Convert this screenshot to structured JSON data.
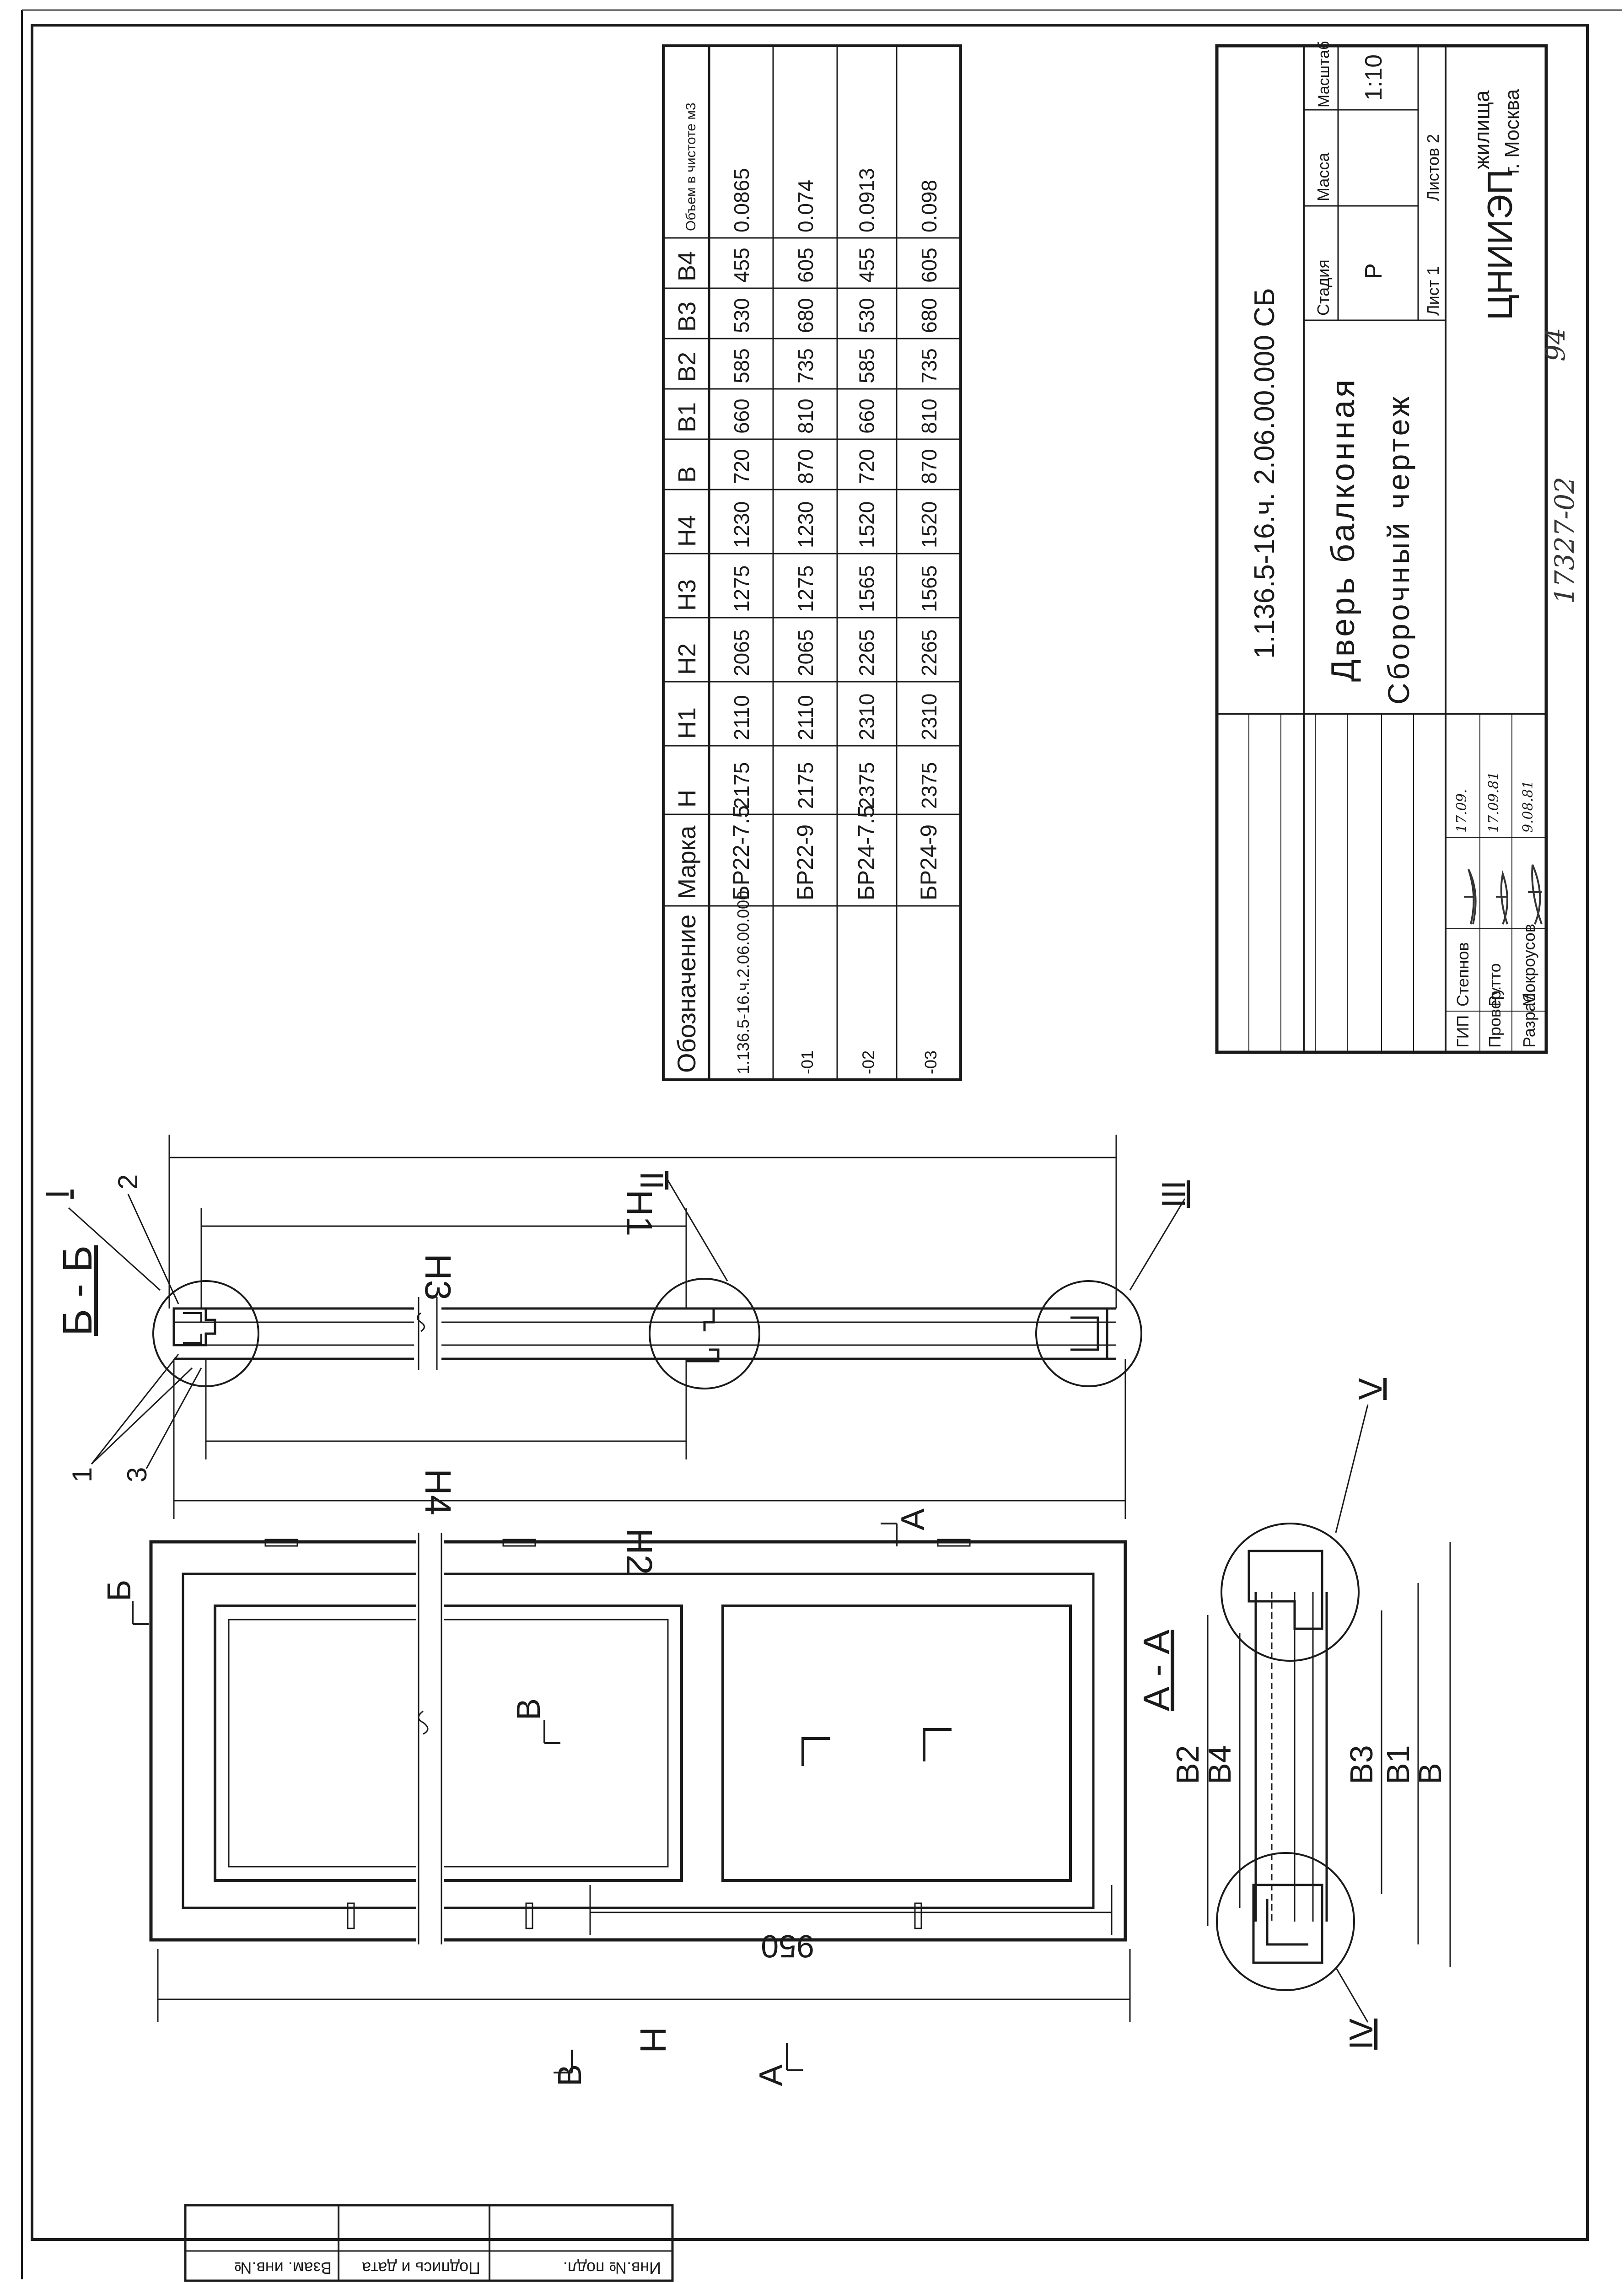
{
  "stamp": {
    "code": "1.136.5-16.ч. 2.06.00.000 СБ",
    "title_line1": "Дверь балконная",
    "title_line2": "Сборочный чертеж",
    "stage_label": "Стадия",
    "mass_label": "Масса",
    "scale_label": "Масштаб",
    "stage": "Р",
    "scale": "1:10",
    "sheet_label": "Лист 1",
    "sheets_label": "Листов 2",
    "org_logo": "ЦНИИЭП",
    "org_line1": "жилища",
    "org_line2": "г. Москва",
    "roles": [
      "ГИП",
      "Провер.",
      "Разраб."
    ],
    "names": [
      "Степнов",
      "Рутто",
      "Мокроусов"
    ],
    "dates": [
      "17.09.",
      "17.09.81",
      "9.08.81"
    ]
  },
  "side_strip": [
    "Инв.№ подл.",
    "Подпись и дата",
    "Взам. инв.№"
  ],
  "archive_number": "17327-02",
  "page_number": "94",
  "spec_table": {
    "headers": [
      "Обозначение",
      "Марка",
      "H",
      "H1",
      "H2",
      "H3",
      "H4",
      "B",
      "B1",
      "B2",
      "B3",
      "B4",
      "Объем в чистоте м3"
    ],
    "rows": [
      [
        "1.136.5-16.ч.2.06.00.000",
        "БР22-7.5",
        "2175",
        "2110",
        "2065",
        "1275",
        "1230",
        "720",
        "660",
        "585",
        "530",
        "455",
        "0.0865"
      ],
      [
        "-01",
        "БР22-9",
        "2175",
        "2110",
        "2065",
        "1275",
        "1230",
        "870",
        "810",
        "735",
        "680",
        "605",
        "0.074"
      ],
      [
        "-02",
        "БР24-7.5",
        "2375",
        "2310",
        "2265",
        "1565",
        "1520",
        "720",
        "660",
        "585",
        "530",
        "455",
        "0.0913"
      ],
      [
        "-03",
        "БР24-9",
        "2375",
        "2310",
        "2265",
        "1565",
        "1520",
        "870",
        "810",
        "735",
        "680",
        "605",
        "0.098"
      ]
    ]
  },
  "drawing": {
    "section_bb": "Б - Б",
    "section_aa": "А - А",
    "dim_950": "950",
    "dim_H": "H",
    "dim_H1": "H1",
    "dim_H2": "H2",
    "dim_H3": "H3",
    "dim_H4": "H4",
    "dim_B": "B",
    "dim_B1": "B1",
    "dim_B2": "B2",
    "dim_B3": "B3",
    "dim_B4": "B4",
    "cut_A": "А",
    "cut_B": "Б",
    "cut_V": "В",
    "nodes": [
      "I",
      "II",
      "III",
      "IV",
      "V"
    ],
    "positions": [
      "1",
      "2",
      "3"
    ]
  }
}
